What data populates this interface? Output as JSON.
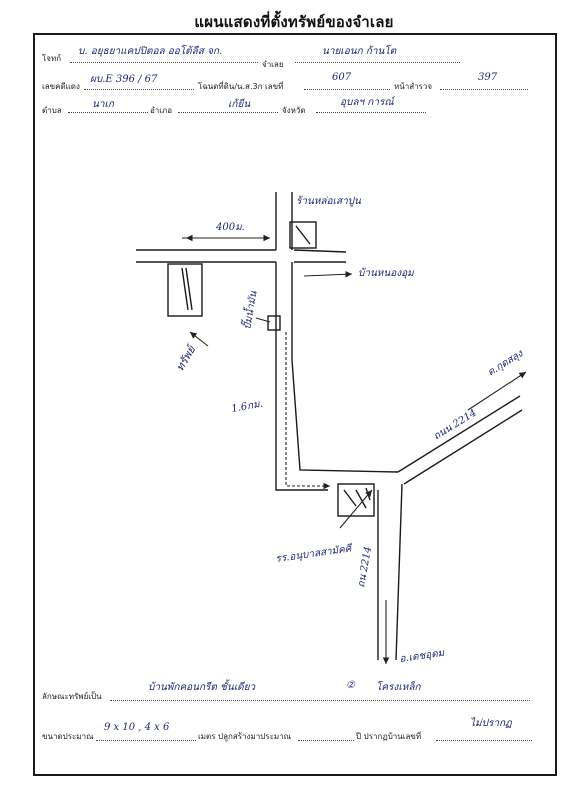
{
  "title": "แผนแสดงที่ตั้งทรัพย์ของจำเลย",
  "header": {
    "plaintiff_label": "โจทก์",
    "plaintiff_value": "บ. อยุธยาแคปปิตอล ออโต้ลีส จก.",
    "defendant_label": "จำเลย",
    "defendant_value": "นายเอนก ก้านโต",
    "case_label": "เลขคดีแดง",
    "case_value": "ผบ.E 396 / 67",
    "deed_label": "โฉนดที่ดิน/น.ส.3ก เลขที่",
    "deed_value": "607",
    "survey_label": "หน้าสำรวจ",
    "survey_value": "397",
    "subdistrict_label": "ตำบล",
    "subdistrict_value": "นาเก",
    "district_label": "อำเภอ",
    "district_value": "เก้ยีน",
    "province_label": "จังหวัด",
    "province_value": "อุบลฯ การณ์"
  },
  "map": {
    "shop_top": "ร้านหล่อเสาปูน",
    "distance_top": "400ม.",
    "to_village": "บ้านหนองอุม",
    "house_label": "ทรัพย์",
    "tower_label": "ปั๊มน้ำมัน",
    "distance_mid": "1.6กม.",
    "highway_label": "ถนน 2214",
    "to_north": "ต.กุดสลุง",
    "school_label": "รร.อนุบาลสามัคคี",
    "road_south": "ถน 2214",
    "to_south": "อ.เดชอุดม"
  },
  "footer": {
    "property_label": "ลักษณะทรัพย์เป็น",
    "property_value_1": "บ้านพักคอนกรีต ชั้นเดียว",
    "property_num_2": "②",
    "property_value_2": "โครงเหล็ก",
    "size_label": "ขนาดประมาณ",
    "size_value": "9 x 10 , 4 x 6",
    "size_unit_label": "เมตร ปลูกสร้างมาประมาณ",
    "year_label": "ปี ปรากฏบ้านเลขที่",
    "house_no_value": "ไม่ปรากฏ"
  }
}
